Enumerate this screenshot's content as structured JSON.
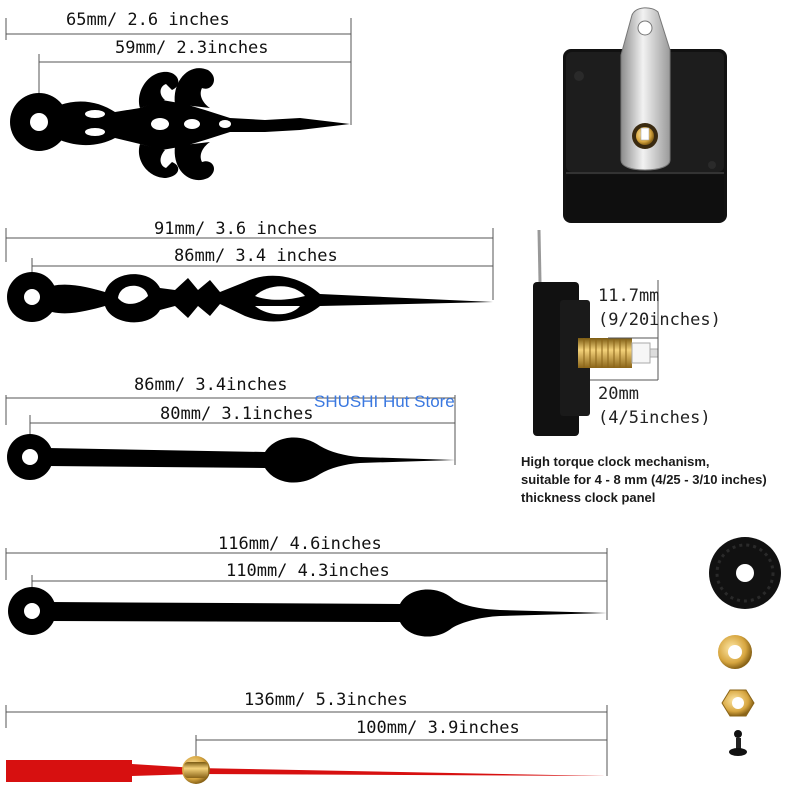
{
  "watermark": "SHUSHI Hut Store",
  "hands": [
    {
      "total_label": "65mm/ 2.6 inches",
      "inner_label": "59mm/ 2.3inches",
      "color": "#000000"
    },
    {
      "total_label": "91mm/ 3.6 inches",
      "inner_label": "86mm/ 3.4 inches",
      "color": "#000000"
    },
    {
      "total_label": "86mm/ 3.4inches",
      "inner_label": "80mm/ 3.1inches",
      "color": "#000000"
    },
    {
      "total_label": "116mm/ 4.6inches",
      "inner_label": "110mm/ 4.3inches",
      "color": "#000000"
    },
    {
      "total_label": "136mm/ 5.3inches",
      "inner_label": "100mm/ 3.9inches",
      "color": "#d71010"
    }
  ],
  "mechanism": {
    "shaft_label": "11.7mm",
    "shaft_label_inch": "(9/20inches)",
    "thread_label": "20mm",
    "thread_label_inch": "(4/5inches)",
    "description": [
      "High torque clock mechanism,",
      "suitable for 4 - 8 mm (4/25 - 3/10 inches)",
      "thickness clock panel"
    ]
  },
  "accessories": [
    "rubber-washer",
    "brass-washer",
    "hex-nut",
    "key"
  ]
}
